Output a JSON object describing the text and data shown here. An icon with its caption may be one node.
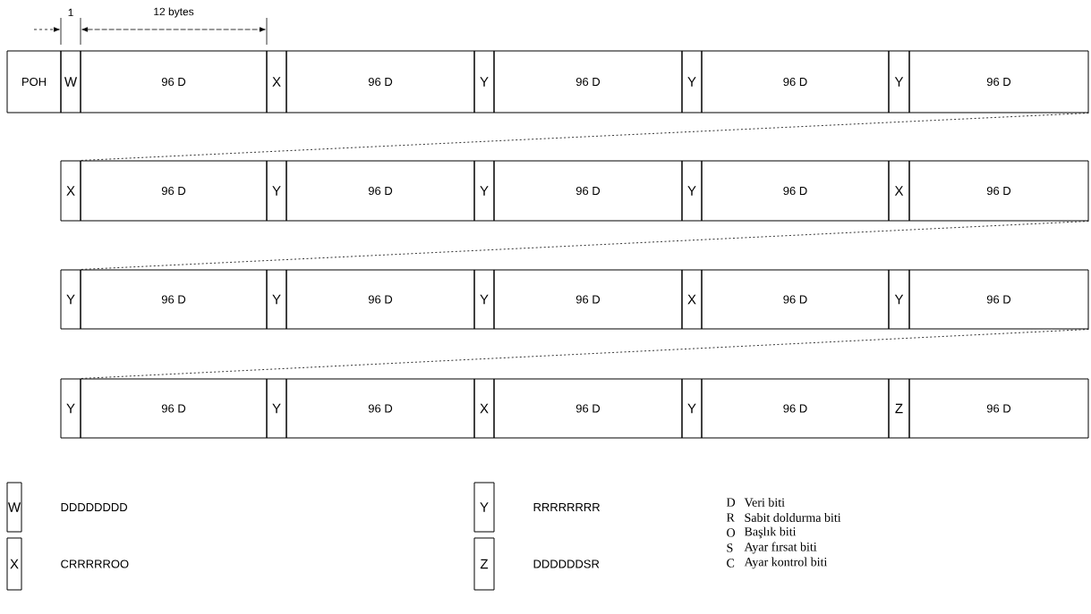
{
  "diagram": {
    "nodes": [
      {
        "text": [
          "POH"
        ]
      },
      {
        "text": [
          "W"
        ]
      },
      {
        "text": [
          "96 D"
        ]
      },
      {
        "text": [
          "X"
        ]
      },
      {
        "text": [
          "96 D"
        ]
      },
      {
        "text": [
          "Y"
        ]
      },
      {
        "text": [
          "96 D"
        ]
      },
      {
        "text": [
          "Y"
        ]
      },
      {
        "text": [
          "96 D"
        ]
      },
      {
        "text": [
          "Y"
        ]
      },
      {
        "text": [
          "96 D"
        ]
      },
      {
        "text": [
          "X"
        ]
      },
      {
        "text": [
          "96 D"
        ]
      },
      {
        "text": [
          "Y"
        ]
      },
      {
        "text": [
          "96 D"
        ]
      },
      {
        "text": [
          "Y"
        ]
      },
      {
        "text": [
          "96 D"
        ]
      },
      {
        "text": [
          "Y"
        ]
      },
      {
        "text": [
          "96 D"
        ]
      },
      {
        "text": [
          "X"
        ]
      },
      {
        "text": [
          "96 D"
        ]
      },
      {
        "text": [
          "Y"
        ]
      },
      {
        "text": [
          "96 D"
        ]
      },
      {
        "text": [
          "Y"
        ]
      },
      {
        "text": [
          "96 D"
        ]
      },
      {
        "text": [
          "Y"
        ]
      },
      {
        "text": [
          "96 D"
        ]
      },
      {
        "text": [
          "X"
        ]
      },
      {
        "text": [
          "96 D"
        ]
      },
      {
        "text": [
          "Y"
        ]
      },
      {
        "text": [
          "96 D"
        ]
      },
      {
        "text": [
          "Y"
        ]
      },
      {
        "text": [
          "96 D"
        ]
      },
      {
        "text": [
          "Y"
        ]
      },
      {
        "text": [
          "96 D"
        ]
      },
      {
        "text": [
          "X"
        ]
      },
      {
        "text": [
          "96 D"
        ]
      },
      {
        "text": [
          "Y"
        ]
      },
      {
        "text": [
          "96 D"
        ]
      },
      {
        "text": [
          "Z"
        ]
      },
      {
        "text": [
          "96 D"
        ]
      },
      {
        "text": [
          "W"
        ],
        "beside": [
          "DDDDDDDD"
        ]
      },
      {
        "text": [
          "Y"
        ],
        "beside": [
          "RRRRRRRR"
        ]
      },
      {
        "text": [
          "X"
        ],
        "beside": [
          "CRRRRROO"
        ]
      },
      {
        "text": [
          "Z"
        ],
        "beside": [
          "DDDDDDSR"
        ]
      }
    ],
    "edges": [
      {
        "from": 10,
        "to": 11,
        "arrow": "none",
        "style": "dashed"
      },
      {
        "from": 20,
        "to": 21,
        "arrow": "none",
        "style": "dashed"
      },
      {
        "from": 30,
        "to": 31,
        "arrow": "none",
        "style": "dashed"
      }
    ],
    "labels": [
      "1",
      "12 bytes",
      "D",
      "Veri biti",
      "R",
      "Sabit doldurma biti",
      "O",
      "Başlık biti",
      "S",
      "Ayar fırsat biti",
      "C",
      "Ayar kontrol biti"
    ]
  }
}
